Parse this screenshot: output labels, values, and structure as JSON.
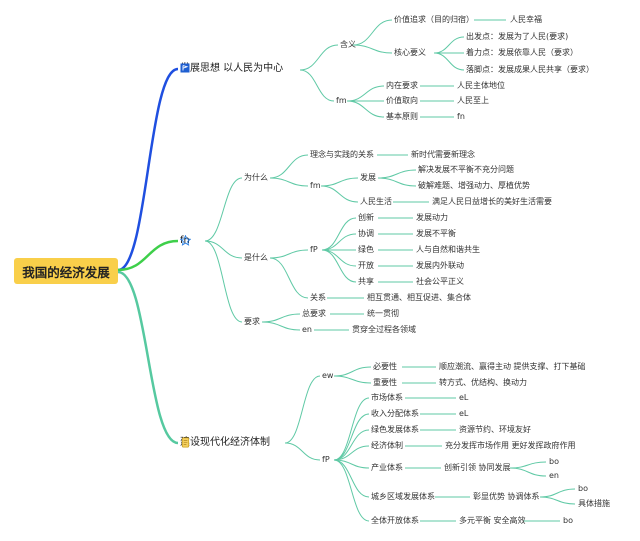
{
  "root": {
    "label": "我国的经济发展"
  },
  "colors": {
    "blue": "#1f4fe0",
    "green": "#3ecf4a",
    "teal": "#56c9a0",
    "thin": "#5fc9a5"
  },
  "icons": {
    "b1": "flag-icon",
    "b2": "star-outline-icon",
    "b3": "scroll-icon"
  },
  "nodes": {
    "b1": "发展思想 以人民为中心",
    "b1_hanyi": "含义",
    "b1_jiazhi": "价值追求（目的归宿）",
    "b1_renminxingfu": "人民幸福",
    "b1_hexin": "核心要义",
    "b1_chufa": "出发点：发展为了人民(要求)",
    "b1_liliang": "着力点：发展依靠人民（要求）",
    "b1_luojiao": "落脚点：发展成果人民共享（要求）",
    "b1_fm": "fm",
    "b1_neizai": "内在要求",
    "b1_zhuti": "人民主体地位",
    "b1_quxiang": "价值取向",
    "b1_zhishang": "人民至上",
    "b1_yuanze": "基本原则",
    "b1_fn": "fn",
    "b2": "fn",
    "b2_weishenme": "为什么",
    "b2_linian": "理念与实践的关系",
    "b2_xinshidai": "新时代需要新理念",
    "b2_fm": "fm",
    "b2_fazhan": "发展",
    "b2_jiejue": "解决发展不平衡不充分问题",
    "b2_pojie": "破解难题、增强动力、厚植优势",
    "b2_renminshenghuo": "人民生活",
    "b2_manzu": "满足人民日益增长的美好生活需要",
    "b2_shishenme": "是什么",
    "b2_fP": "fP",
    "b2_chuangxin": "创新",
    "b2_dongli": "发展动力",
    "b2_xietiao": "协调",
    "b2_buping": "发展不平衡",
    "b2_lvse": "绿色",
    "b2_gongsheng": "人与自然和谐共生",
    "b2_kaifang": "开放",
    "b2_liandong": "发展内外联动",
    "b2_gongxiang": "共享",
    "b2_gongping": "社会公平正义",
    "b2_guanxi": "关系",
    "b2_xiangtong": "相互贯通、相互促进、集合体",
    "b2_yaoqiu": "要求",
    "b2_zongyaoqiu": "总要求",
    "b2_yiguanche": "统一贯彻",
    "b2_en": "en",
    "b2_guanchuan": "贯穿全过程各领域",
    "b3": "建设现代化经济体制",
    "b3_ew": "ew",
    "b3_biyao": "必要性",
    "b3_shunying": "顺应潮流、赢得主动 提供支撑、打下基础",
    "b3_zhongyao": "重要性",
    "b3_zhuanfangshi": "转方式、优结构、换动力",
    "b3_fP": "fP",
    "b3_shichang": "市场体系",
    "b3_eL1": "eL",
    "b3_shouru": "收入分配体系",
    "b3_eL2": "eL",
    "b3_lvsefazhan": "绿色发展体系",
    "b3_ziyuan": "资源节约、环境友好",
    "b3_jingji": "经济体制",
    "b3_fahui": "充分发挥市场作用 更好发挥政府作用",
    "b3_chanye": "产业体系",
    "b3_chuangxinyinling": "创新引领 协同发展",
    "b3_bo1": "bo",
    "b3_en1": "en",
    "b3_chengxiang": "城乡区域发展体系",
    "b3_zhangxian": "彰显优势 协调体系",
    "b3_bo2": "bo",
    "b3_juticuoshi": "具体措施",
    "b3_quanmian": "全体开放体系",
    "b3_duoyuan": "多元平衡 安全高效",
    "b3_bo3": "bo"
  }
}
